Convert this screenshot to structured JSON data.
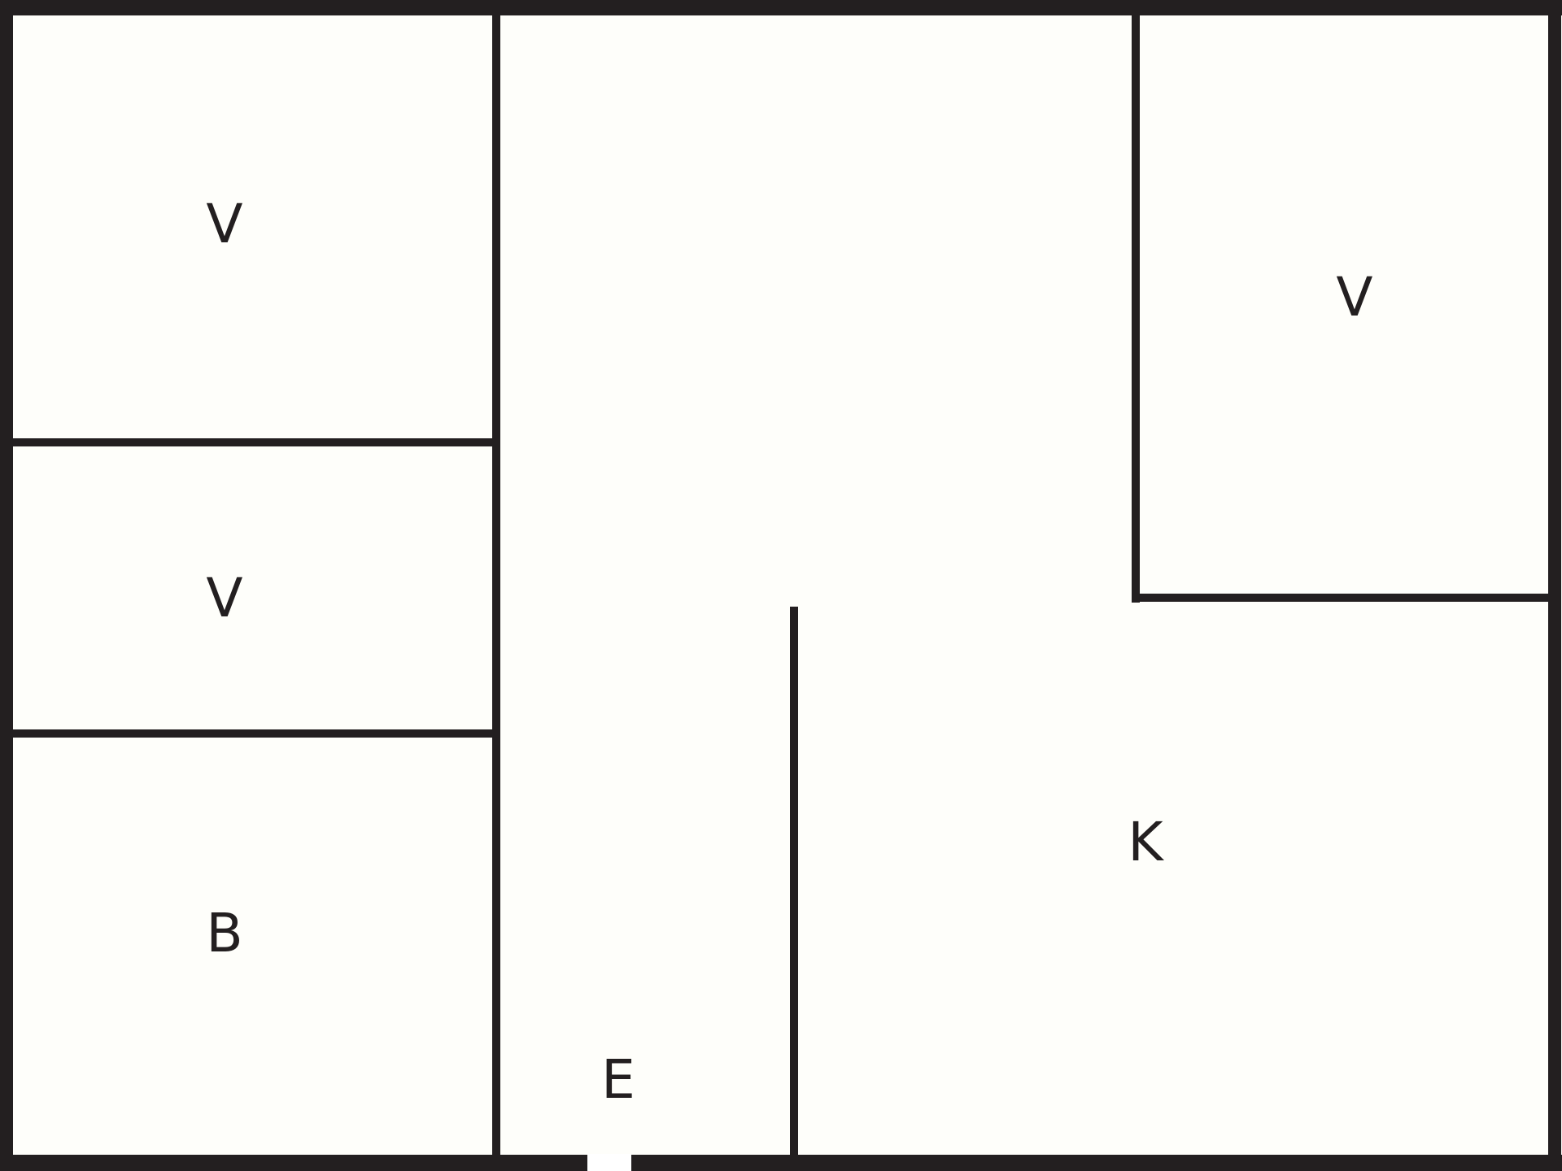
{
  "floorplan": {
    "colors": {
      "background": "#fefefa",
      "wall": "#231f20",
      "door_gap": "#ffffff"
    },
    "rooms": [
      {
        "id": "v-top-left",
        "label": "V"
      },
      {
        "id": "v-middle-left",
        "label": "V"
      },
      {
        "id": "b-bottom-left",
        "label": "B"
      },
      {
        "id": "v-top-right",
        "label": "V"
      },
      {
        "id": "k-kitchen",
        "label": "K"
      },
      {
        "id": "e-entrance",
        "label": "E"
      }
    ]
  }
}
